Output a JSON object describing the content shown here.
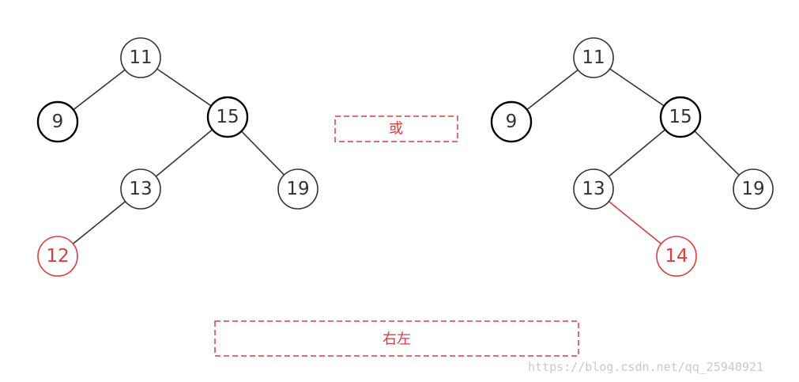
{
  "colors": {
    "default": "#333333",
    "highlight": "#e23b3b",
    "watermark": "#c9c9c9"
  },
  "trees": [
    {
      "name": "left-tree",
      "nodes": [
        {
          "id": "a11",
          "label": "11",
          "highlight": false
        },
        {
          "id": "a9",
          "label": "9",
          "highlight": false
        },
        {
          "id": "a15",
          "label": "15",
          "highlight": false
        },
        {
          "id": "a13",
          "label": "13",
          "highlight": false
        },
        {
          "id": "a19",
          "label": "19",
          "highlight": false
        },
        {
          "id": "a12",
          "label": "12",
          "highlight": true
        }
      ],
      "edges": [
        {
          "from": "a11",
          "to": "a9",
          "highlight": false
        },
        {
          "from": "a11",
          "to": "a15",
          "highlight": false
        },
        {
          "from": "a15",
          "to": "a13",
          "highlight": false
        },
        {
          "from": "a15",
          "to": "a19",
          "highlight": false
        },
        {
          "from": "a13",
          "to": "a12",
          "highlight": false
        }
      ]
    },
    {
      "name": "right-tree",
      "nodes": [
        {
          "id": "b11",
          "label": "11",
          "highlight": false
        },
        {
          "id": "b9",
          "label": "9",
          "highlight": false
        },
        {
          "id": "b15",
          "label": "15",
          "highlight": false
        },
        {
          "id": "b13",
          "label": "13",
          "highlight": false
        },
        {
          "id": "b19",
          "label": "19",
          "highlight": false
        },
        {
          "id": "b14",
          "label": "14",
          "highlight": true
        }
      ],
      "edges": [
        {
          "from": "b11",
          "to": "b9",
          "highlight": false
        },
        {
          "from": "b11",
          "to": "b15",
          "highlight": false
        },
        {
          "from": "b15",
          "to": "b13",
          "highlight": false
        },
        {
          "from": "b15",
          "to": "b19",
          "highlight": false
        },
        {
          "from": "b13",
          "to": "b14",
          "highlight": true
        }
      ]
    }
  ],
  "labels": {
    "or_text": "或",
    "case_text": "右左"
  },
  "watermark": "https://blog.csdn.net/qq_25940921"
}
